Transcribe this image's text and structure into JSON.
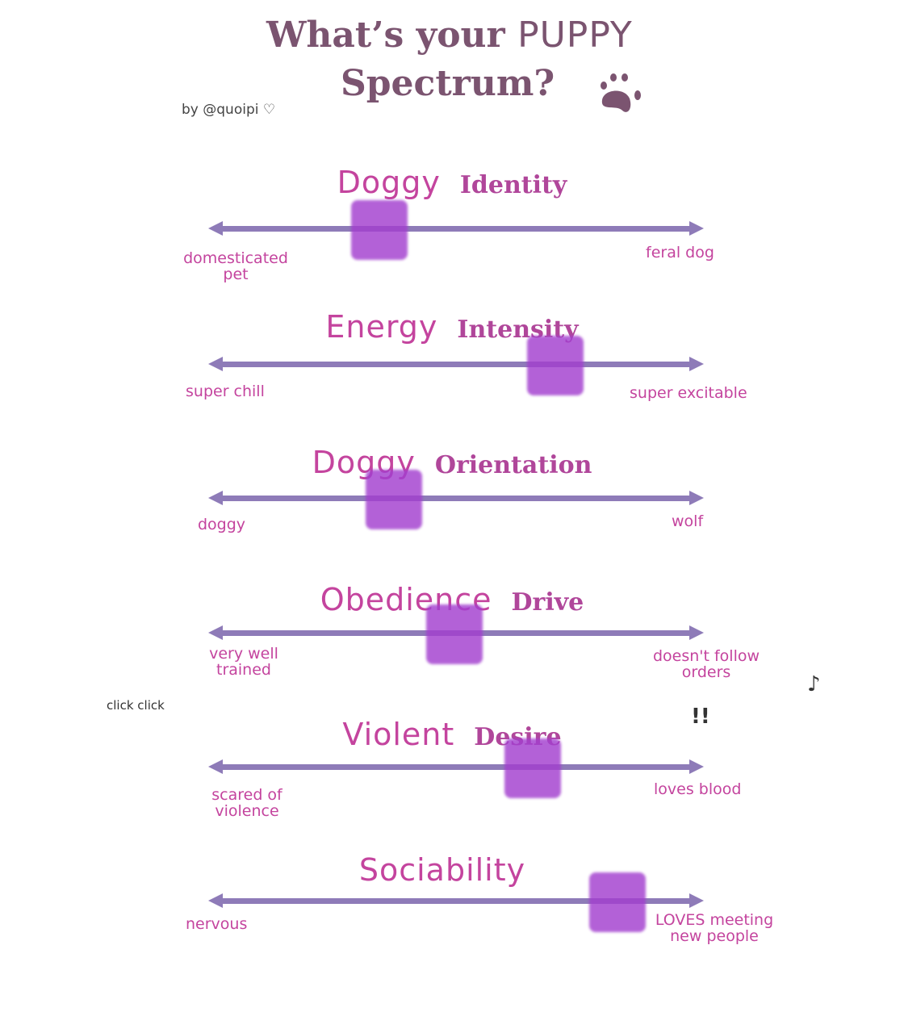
{
  "title": {
    "line1_a": "What’s your",
    "line1_b": "PUPPY",
    "line2": "Spectrum?"
  },
  "byline": "by @quoipi ♡",
  "colors": {
    "title": "#7b5470",
    "accent": "#c4449e",
    "arrow": "#8e7bb8",
    "marker": "#a33fcf"
  },
  "spectrums": [
    {
      "word1": "Doggy",
      "word2": "Identity",
      "left": "domesticated pet",
      "right": "feral dog",
      "value": 0.345
    },
    {
      "word1": "Energy",
      "word2": "Intensity",
      "left": "super chill",
      "right": "super excitable",
      "value": 0.7
    },
    {
      "word1": "Doggy",
      "word2": "Orientation",
      "left": "doggy",
      "right": "wolf",
      "value": 0.375
    },
    {
      "word1": "Obedience",
      "word2": "Drive",
      "left": "very well trained",
      "right": "doesn't follow orders",
      "value": 0.497
    },
    {
      "word1": "Violent",
      "word2": "Desire",
      "left": "scared of violence",
      "right": "loves blood",
      "value": 0.655
    },
    {
      "word1": "Sociability",
      "word2": "",
      "left": "nervous",
      "right": "LOVES meeting new people",
      "value": 0.826
    }
  ],
  "doodles": {
    "click": "click click",
    "exclaim": "!!",
    "note": "♪"
  }
}
